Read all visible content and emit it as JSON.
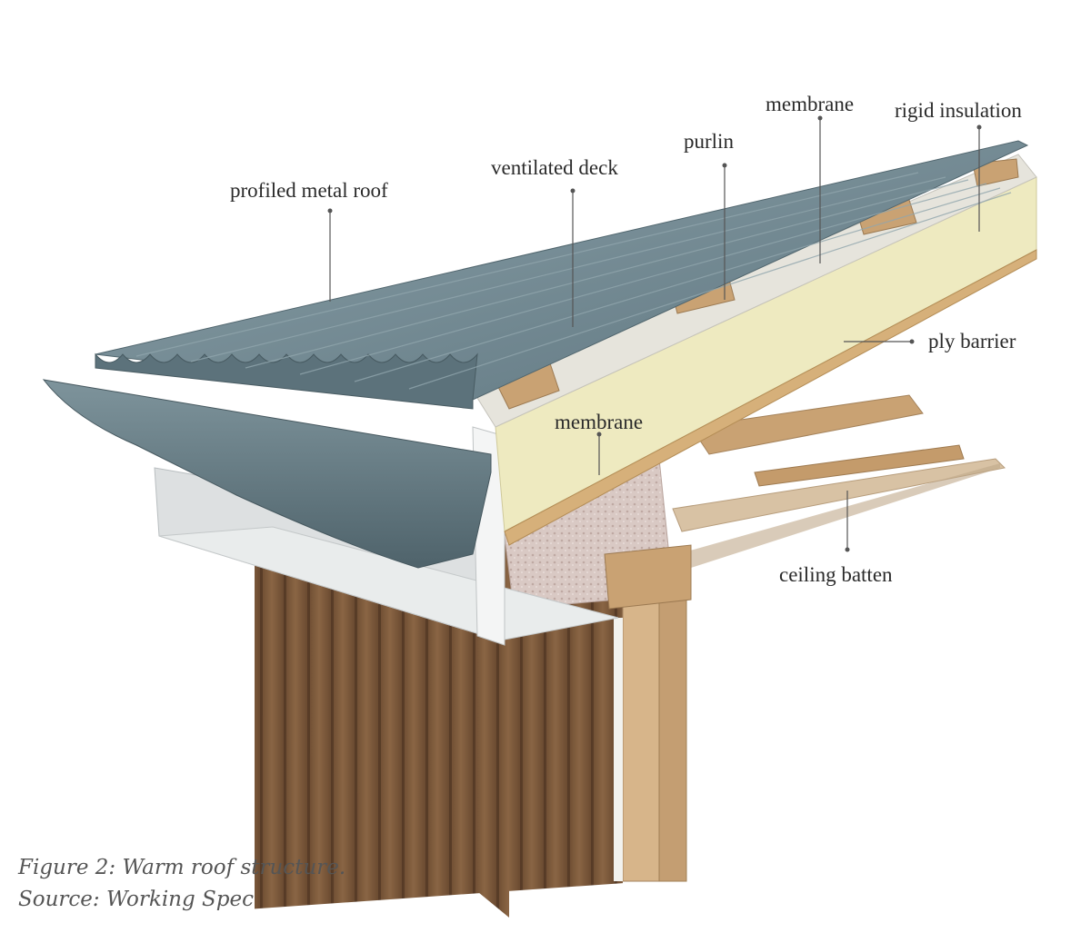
{
  "labels": {
    "profiled_metal_roof": "profiled metal roof",
    "ventilated_deck": "ventilated deck",
    "purlin": "purlin",
    "membrane_top": "membrane",
    "rigid_insulation": "rigid insulation",
    "ply_barrier": "ply barrier",
    "membrane_lower": "membrane",
    "ceiling_batten": "ceiling batten"
  },
  "caption": {
    "line1": "Figure 2: Warm roof structure.",
    "line2": "Source: Working Spec"
  },
  "colors": {
    "roof_sheet": "#6f8790",
    "insulation": "#eeeac0",
    "timber": "#c9a273",
    "cladding": "#7a5638",
    "fascia": "#dde0e1"
  }
}
